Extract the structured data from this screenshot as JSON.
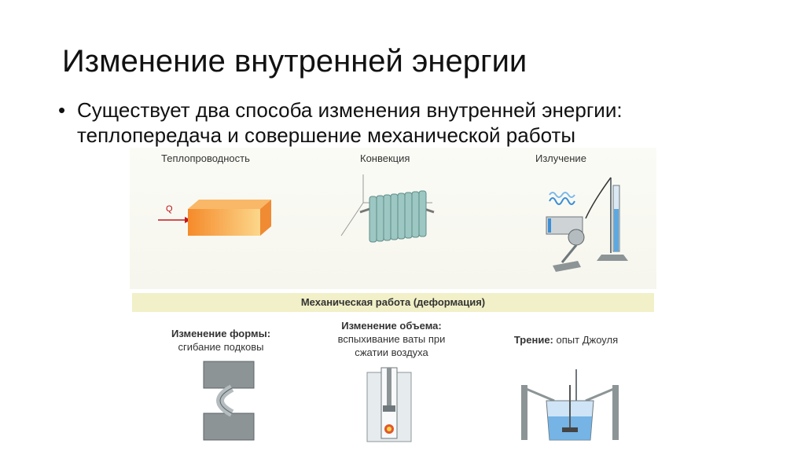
{
  "slide": {
    "title": "Изменение внутренней энергии",
    "bullet_marker": "•",
    "bullet_text": "Существует два способа изменения внутренней энергии: теплопередача и совершение механической работы"
  },
  "figure": {
    "heat_transfer": {
      "conduction_label": "Теплопроводность",
      "conduction_arrow_label": "Q",
      "convection_label": "Конвекция",
      "radiation_label": "Излучение"
    },
    "mechanical_band_label": "Механическая работа (деформация)",
    "mechanical": {
      "shape_change_title": "Изменение формы:",
      "shape_change_desc": "сгибание подковы",
      "volume_change_title": "Изменение объема:",
      "volume_change_desc_1": "вспыхивание ваты при",
      "volume_change_desc_2": "сжатии воздуха",
      "friction_title": "Трение:",
      "friction_desc": "опыт Джоуля"
    }
  },
  "colors": {
    "band": "#f1f0c8",
    "block_orange": "#f7a24a",
    "radiator_teal": "#9cc7c2",
    "steel_gray": "#8c9496",
    "water_blue": "#5ea8e0"
  }
}
